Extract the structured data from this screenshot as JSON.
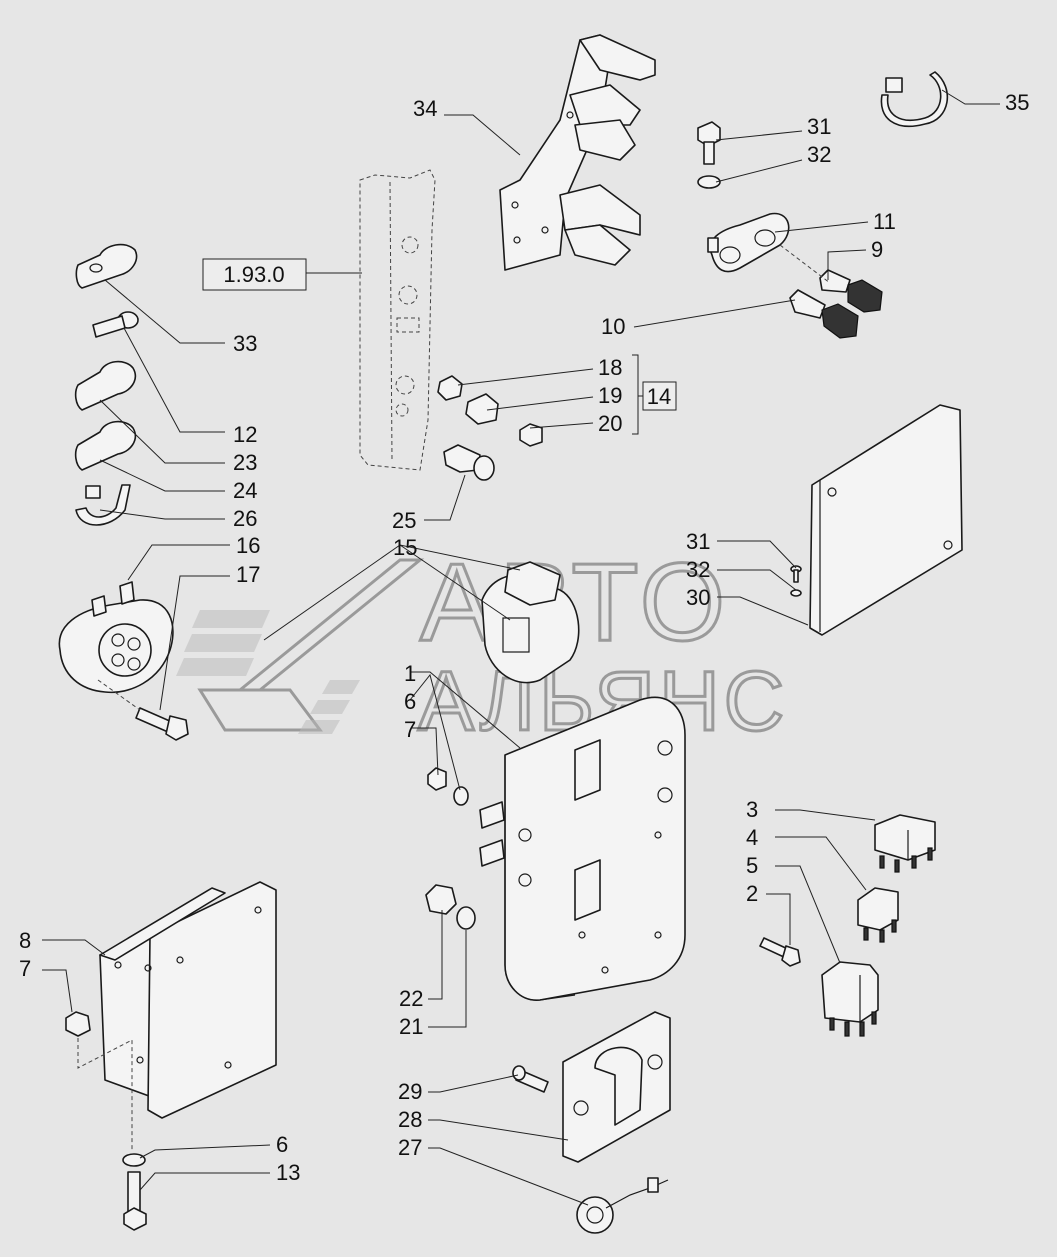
{
  "diagram": {
    "ref_boxes": {
      "assembly_ref": "1.93.0",
      "group_ref": "14"
    },
    "watermark": {
      "line1": "АВТО",
      "line2": "АЛЬЯНС"
    },
    "callouts": {
      "c34": "34",
      "c31a": "31",
      "c32a": "32",
      "c35": "35",
      "c11": "11",
      "c9": "9",
      "c10": "10",
      "c33": "33",
      "c12": "12",
      "c23": "23",
      "c24": "24",
      "c26": "26",
      "c18": "18",
      "c19": "19",
      "c20": "20",
      "c25": "25",
      "c16": "16",
      "c17": "17",
      "c15": "15",
      "c31b": "31",
      "c32b": "32",
      "c30": "30",
      "c1": "1",
      "c6a": "6",
      "c7a": "7",
      "c3": "3",
      "c4": "4",
      "c5": "5",
      "c2": "2",
      "c8": "8",
      "c7b": "7",
      "c22": "22",
      "c21": "21",
      "c29": "29",
      "c28": "28",
      "c27": "27",
      "c6b": "6",
      "c13": "13"
    },
    "colors": {
      "background": "#e6e6e6",
      "line": "#1a1a1a",
      "watermark": "#9a9a9a"
    }
  }
}
